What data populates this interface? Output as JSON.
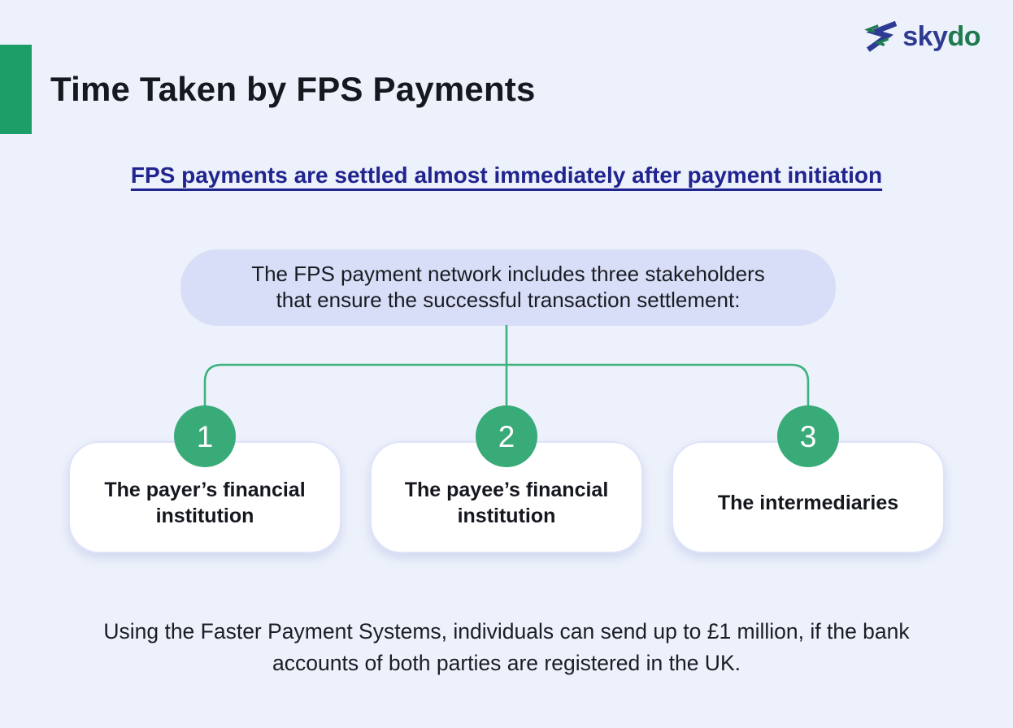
{
  "header": {
    "title": "Time Taken by FPS Payments",
    "logo": {
      "sky": "sky",
      "do": "do"
    }
  },
  "subtitle": "FPS payments are settled almost immediately after payment initiation",
  "diagram": {
    "intro": "The FPS payment network includes three stakeholders that ensure the successful transaction settlement:",
    "stakeholders": [
      {
        "number": "1",
        "label": "The payer’s financial institution"
      },
      {
        "number": "2",
        "label": "The payee’s financial institution"
      },
      {
        "number": "3",
        "label": "The intermediaries"
      }
    ]
  },
  "footnote": "Using the Faster Payment Systems, individuals can send up to £1 million, if the bank accounts of both parties are registered in the UK.",
  "colors": {
    "background": "#edf1fb",
    "accent_bar_green": "#1d9e68",
    "connector_green": "#3db27e",
    "circle_green": "#38ab79",
    "heading_navy": "#20248f",
    "logo_blue": "#2d3b92",
    "logo_green": "#1e7b4e",
    "intro_box_fill": "#d8def7",
    "card_border": "#dee3f9"
  },
  "icons": {
    "logo_icon": "skydo-s-icon"
  }
}
